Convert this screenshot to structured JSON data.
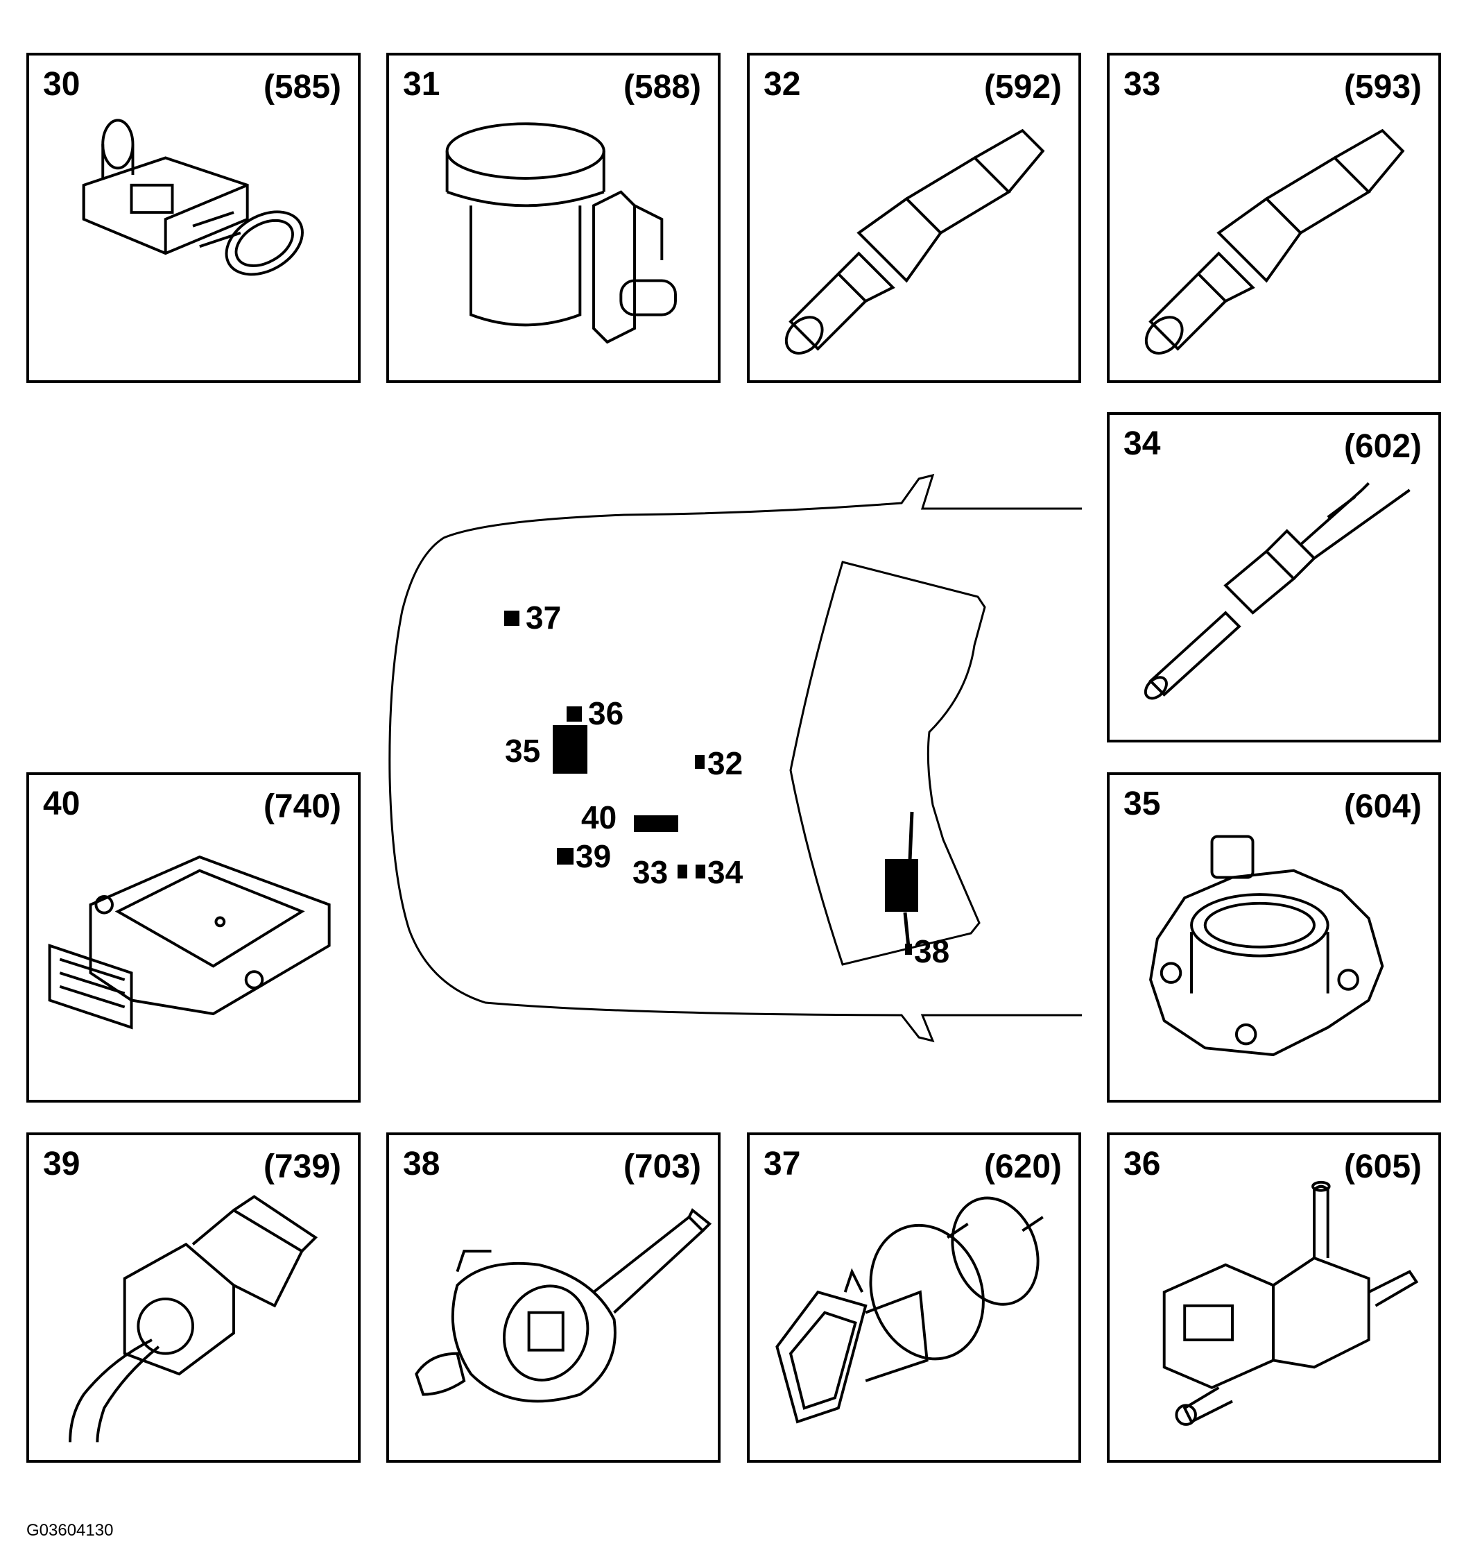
{
  "panels": [
    {
      "number": "30",
      "code": "(585)",
      "icon": "map-sensor-icon"
    },
    {
      "number": "31",
      "code": "(588)",
      "icon": "purge-valve-icon"
    },
    {
      "number": "32",
      "code": "(592)",
      "icon": "oxygen-sensor-icon"
    },
    {
      "number": "33",
      "code": "(593)",
      "icon": "oxygen-sensor-icon"
    },
    {
      "number": "34",
      "code": "(602)",
      "icon": "temperature-sensor-icon"
    },
    {
      "number": "35",
      "code": "(604)",
      "icon": "throttle-body-icon"
    },
    {
      "number": "36",
      "code": "(605)",
      "icon": "solenoid-valve-icon"
    },
    {
      "number": "37",
      "code": "(620)",
      "icon": "pressure-switch-icon"
    },
    {
      "number": "38",
      "code": "(703)",
      "icon": "steering-switch-icon"
    },
    {
      "number": "39",
      "code": "(739)",
      "icon": "coolant-sensor-icon"
    },
    {
      "number": "40",
      "code": "(740)",
      "icon": "ignition-module-icon"
    }
  ],
  "vehicle_markers": [
    "37",
    "36",
    "35",
    "32",
    "40",
    "39",
    "33",
    "34",
    "38"
  ],
  "reference": "G03604130"
}
